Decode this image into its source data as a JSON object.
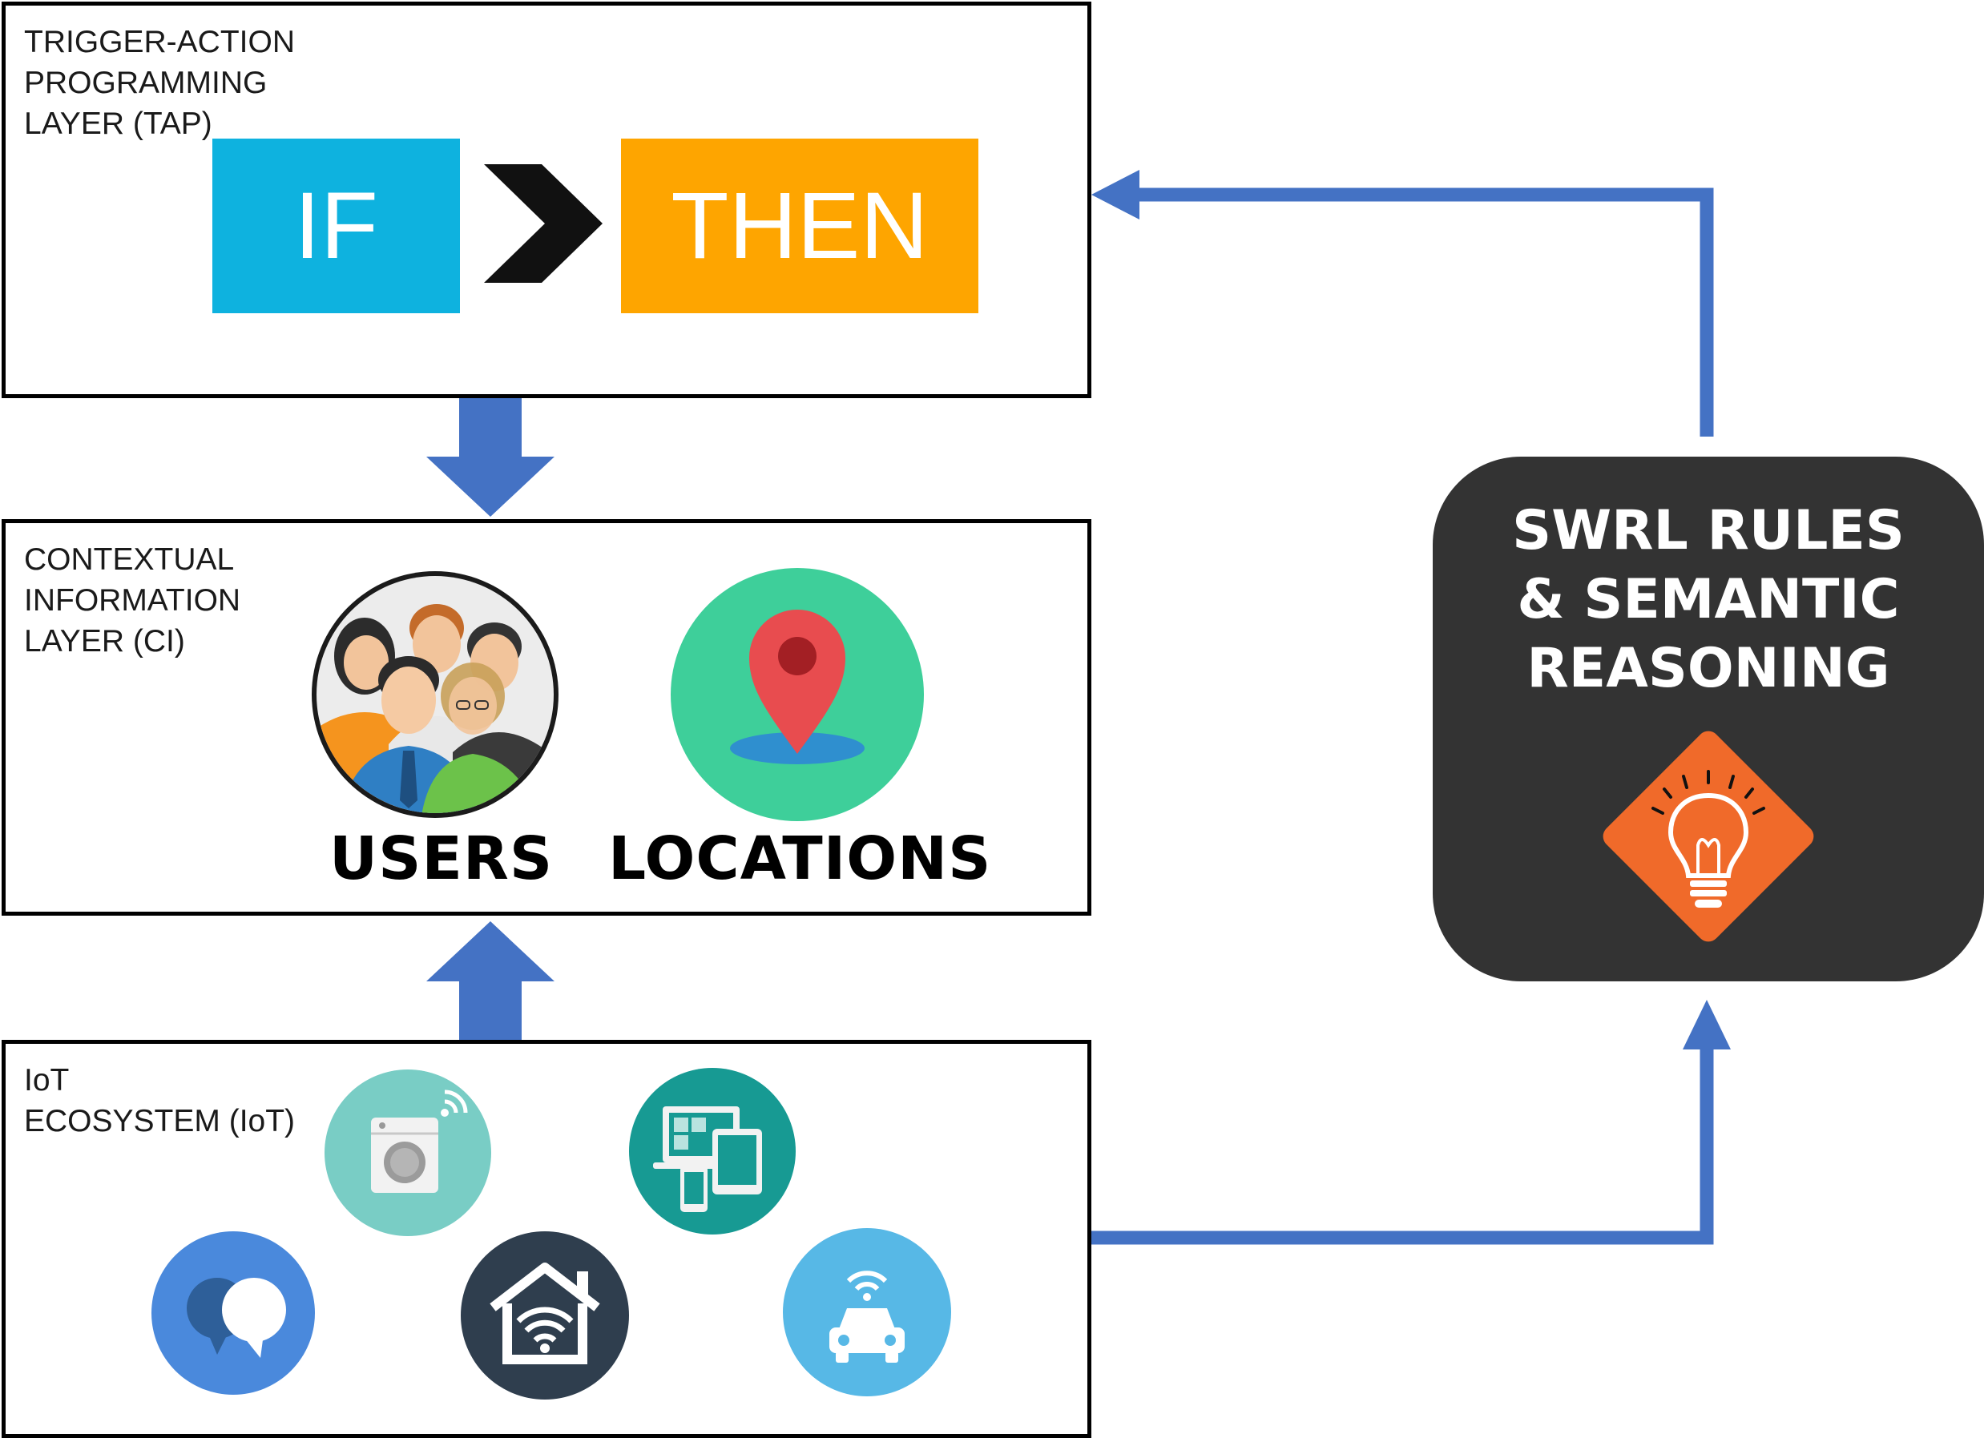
{
  "layers": {
    "tap": {
      "label_lines": [
        "TRIGGER-ACTION",
        "PROGRAMMING",
        "LAYER (TAP)"
      ],
      "if_label": "IF",
      "then_label": "THEN"
    },
    "ci": {
      "label_lines": [
        "CONTEXTUAL",
        "INFORMATION",
        "LAYER (CI)"
      ],
      "users_label": "USERS",
      "locations_label": "LOCATIONS"
    },
    "iot": {
      "label_lines": [
        "IoT",
        "ECOSYSTEM (IoT)"
      ]
    }
  },
  "reasoning": {
    "lines": [
      "SWRL RULES",
      "& SEMANTIC",
      "REASONING"
    ]
  },
  "colors": {
    "if_block": "#0eb2df",
    "then_block": "#fea500",
    "arrow": "#4472c4",
    "swrl_bg": "#333333",
    "bulb_diamond": "#f06a2a",
    "location_bg": "#3ecf9a",
    "washer_bg": "#79cdc5",
    "devices_bg": "#179a93",
    "chat_bg": "#4a89dc",
    "home_bg": "#2f3e4e",
    "car_bg": "#57b8e6"
  },
  "icons": [
    "users-group-icon",
    "location-pin-icon",
    "washing-machine-icon",
    "devices-icon",
    "chat-bubbles-icon",
    "smart-home-icon",
    "connected-car-icon",
    "lightbulb-icon"
  ]
}
